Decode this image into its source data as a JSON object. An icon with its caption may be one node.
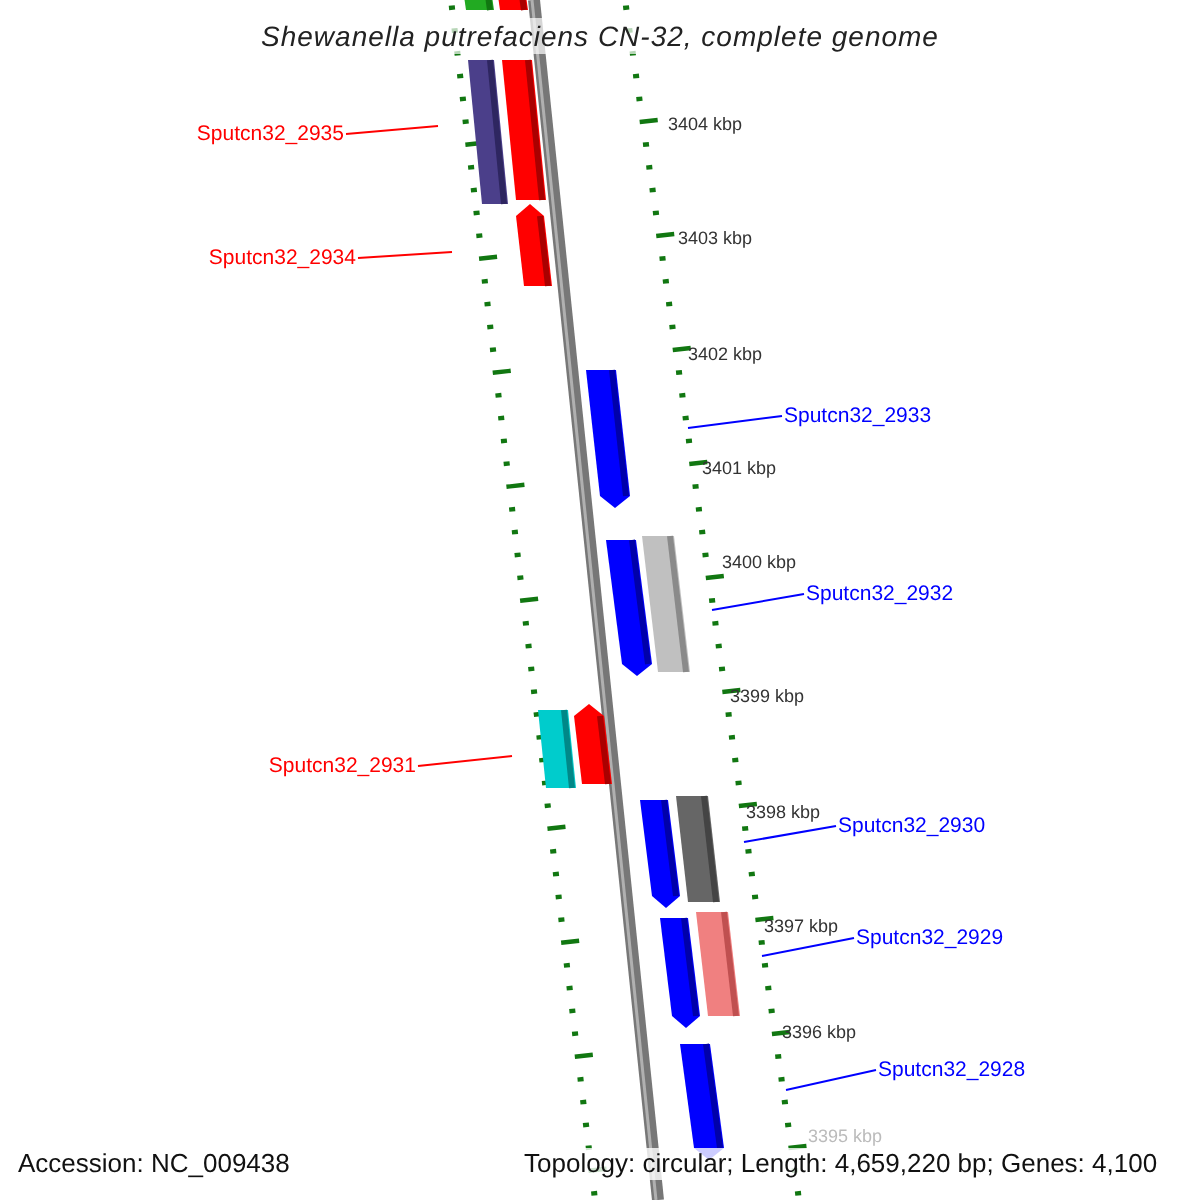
{
  "diagram": {
    "title": "Shewanella putrefaciens CN-32, complete genome",
    "nodes": [
      {
        "text": [
          "Sputcn32_2935"
        ]
      },
      {
        "text": [
          "Sputcn32_2934"
        ]
      },
      {
        "text": [
          "Sputcn32_2933"
        ]
      },
      {
        "text": [
          "Sputcn32_2932"
        ]
      },
      {
        "text": [
          "Sputcn32_2931"
        ]
      },
      {
        "text": [
          "Sputcn32_2930"
        ]
      },
      {
        "text": [
          "Sputcn32_2929"
        ]
      },
      {
        "text": [
          "Sputcn32_2928"
        ]
      }
    ],
    "edges": [
      {
        "from": 0,
        "to": null,
        "arrow": "none",
        "color": "#ff0000"
      },
      {
        "from": 1,
        "to": null,
        "arrow": "none",
        "color": "#ff0000"
      },
      {
        "from": 2,
        "to": null,
        "arrow": "none"
      },
      {
        "from": 3,
        "to": null,
        "arrow": "none"
      },
      {
        "from": 4,
        "to": null,
        "arrow": "none",
        "color": "#ff0000"
      },
      {
        "from": 5,
        "to": null,
        "arrow": "none"
      },
      {
        "from": 6,
        "to": null,
        "arrow": "none"
      },
      {
        "from": 7,
        "to": null,
        "arrow": "none"
      }
    ],
    "labels": [
      "3404 kbp",
      "3403 kbp",
      "3402 kbp",
      "3401 kbp",
      "3400 kbp",
      "3399 kbp",
      "3398 kbp",
      "3397 kbp",
      "3396 kbp",
      "3395 kbp",
      "Accession: NC_009438",
      "Topology: circular; Length: 4,659,220 bp; Genes: 4,100"
    ]
  }
}
